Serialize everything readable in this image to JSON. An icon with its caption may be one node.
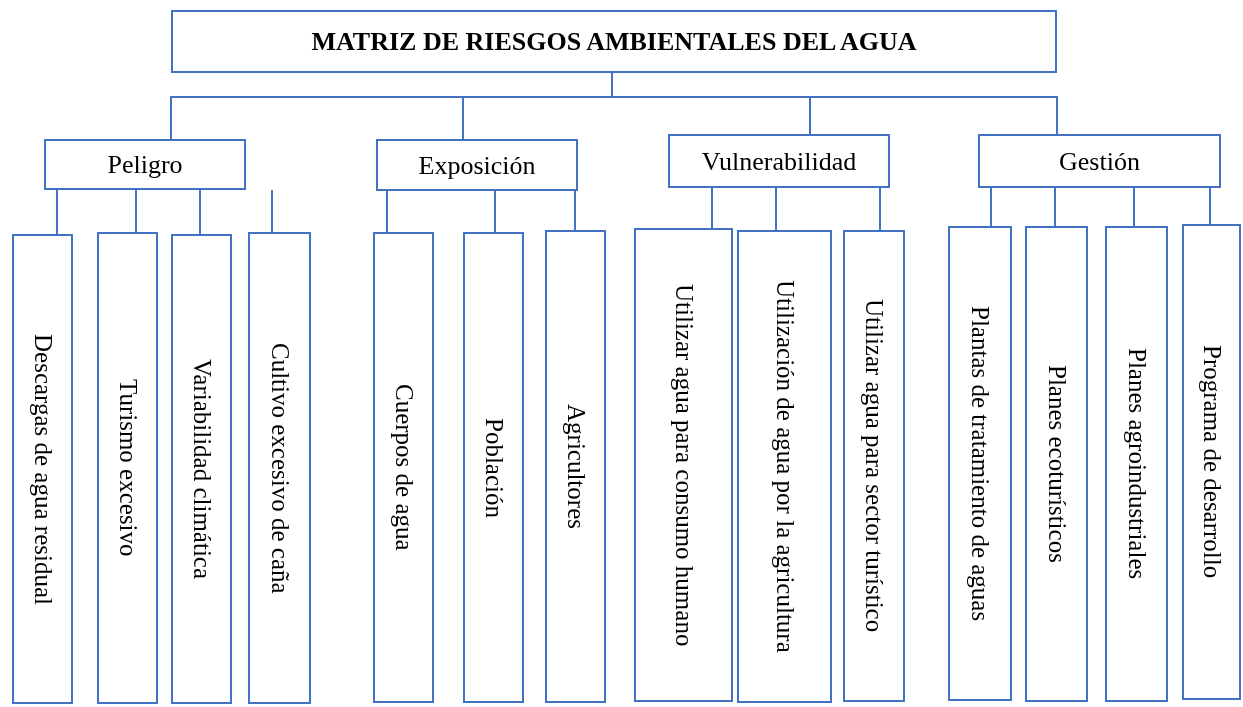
{
  "diagram": {
    "nodes": [
      {
        "text": [
          "MATRIZ DE RIESGOS AMBIENTALES DEL AGUA"
        ]
      },
      {
        "text": [
          "Peligro"
        ]
      },
      {
        "text": [
          "Exposición"
        ]
      },
      {
        "text": [
          "Vulnerabilidad"
        ]
      },
      {
        "text": [
          "Gestión"
        ]
      },
      {
        "text": [
          "Descargas de agua residual"
        ]
      },
      {
        "text": [
          "Turismo excesivo"
        ]
      },
      {
        "text": [
          "Variabilidad climática"
        ]
      },
      {
        "text": [
          "Cultivo excesivo de caña"
        ]
      },
      {
        "text": [
          "Cuerpos de agua"
        ]
      },
      {
        "text": [
          "Población"
        ]
      },
      {
        "text": [
          "Agricultores"
        ]
      },
      {
        "text": [
          "Utilizar agua para consumo humano"
        ]
      },
      {
        "text": [
          "Utilización de agua por la agricultura"
        ]
      },
      {
        "text": [
          "Utilizar agua para sector turístico"
        ]
      },
      {
        "text": [
          "Plantas de tratamiento de aguas"
        ]
      },
      {
        "text": [
          "Planes ecoturísticos"
        ]
      },
      {
        "text": [
          "Planes agroindustriales"
        ]
      },
      {
        "text": [
          "Programa de desarrollo"
        ]
      }
    ],
    "edges": [
      {
        "from": 0,
        "to": 1,
        "arrow": "none"
      },
      {
        "from": 0,
        "to": 2,
        "arrow": "none"
      },
      {
        "from": 0,
        "to": 3,
        "arrow": "none"
      },
      {
        "from": 0,
        "to": 4,
        "arrow": "none"
      },
      {
        "from": 1,
        "to": 5,
        "arrow": "none"
      },
      {
        "from": 1,
        "to": 6,
        "arrow": "none"
      },
      {
        "from": 1,
        "to": 7,
        "arrow": "none"
      },
      {
        "from": 1,
        "to": 8,
        "arrow": "none"
      },
      {
        "from": 2,
        "to": 9,
        "arrow": "none"
      },
      {
        "from": 2,
        "to": 10,
        "arrow": "none"
      },
      {
        "from": 2,
        "to": 11,
        "arrow": "none"
      },
      {
        "from": 3,
        "to": 12,
        "arrow": "none"
      },
      {
        "from": 3,
        "to": 13,
        "arrow": "none"
      },
      {
        "from": 3,
        "to": 14,
        "arrow": "none"
      },
      {
        "from": 4,
        "to": 15,
        "arrow": "none"
      },
      {
        "from": 4,
        "to": 16,
        "arrow": "none"
      },
      {
        "from": 4,
        "to": 17,
        "arrow": "none"
      },
      {
        "from": 4,
        "to": 18,
        "arrow": "none"
      }
    ]
  }
}
